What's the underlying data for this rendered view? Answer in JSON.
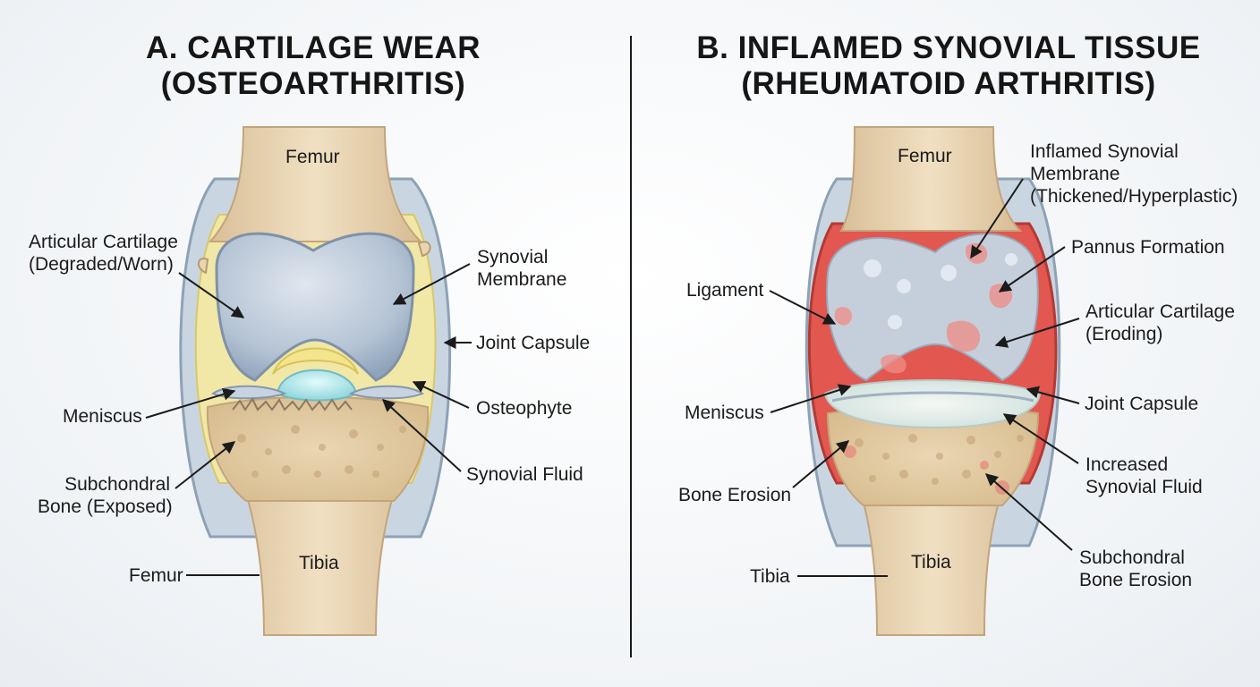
{
  "panel_a": {
    "title_line1": "A. CARTILAGE WEAR",
    "title_line2": "(OSTEOARTHRITIS)",
    "labels": {
      "femur_top": "Femur",
      "articular_cartilage_1": "Articular Cartilage",
      "articular_cartilage_2": "(Degraded/Worn)",
      "synovial_membrane_1": "Synovial",
      "synovial_membrane_2": "Membrane",
      "joint_capsule": "Joint Capsule",
      "meniscus": "Meniscus",
      "osteophyte": "Osteophyte",
      "subchondral_1": "Subchondral",
      "subchondral_2": "Bone (Exposed)",
      "synovial_fluid": "Synovial Fluid",
      "femur_bottom": "Femur",
      "tibia": "Tibia"
    }
  },
  "panel_b": {
    "title_line1": "B. INFLAMED SYNOVIAL TISSUE",
    "title_line2": "(RHEUMATOID ARTHRITIS)",
    "labels": {
      "femur_top": "Femur",
      "inflamed_1": "Inflamed Synovial",
      "inflamed_2": "Membrane",
      "inflamed_3": "(Thickened/Hyperplastic)",
      "pannus": "Pannus Formation",
      "ligament": "Ligament",
      "articular_1": "Articular Cartilage",
      "articular_2": "(Eroding)",
      "meniscus": "Meniscus",
      "joint_capsule": "Joint Capsule",
      "increased_1": "Increased",
      "increased_2": "Synovial Fluid",
      "bone_erosion": "Bone Erosion",
      "subchondral_1": "Subchondral",
      "subchondral_2": "Bone Erosion",
      "tibia_inner": "Tibia",
      "tibia_outer": "Tibia"
    }
  }
}
